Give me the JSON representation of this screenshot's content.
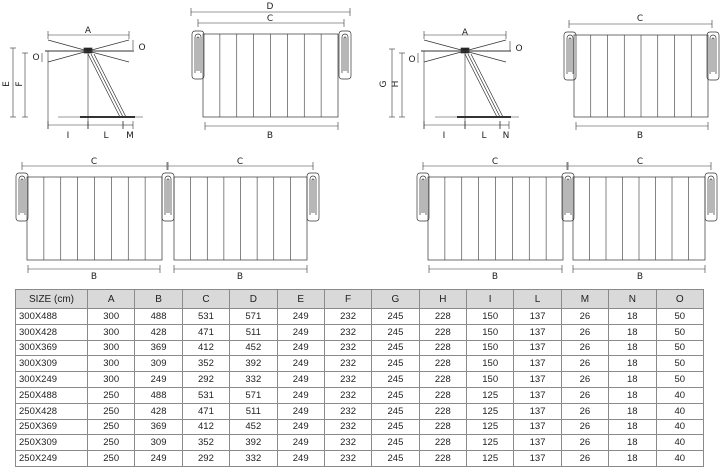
{
  "drawings": {
    "tripod_1": {
      "A": "A",
      "O_top": "O",
      "O_left": "O",
      "E": "E",
      "F": "F",
      "I": "I",
      "L": "L",
      "M": "M"
    },
    "panel_single_1": {
      "D": "D",
      "C": "C",
      "B": "B"
    },
    "tripod_2": {
      "A": "A",
      "O_top": "O",
      "O_left": "O",
      "G": "G",
      "H": "H",
      "I": "I",
      "L": "L",
      "N": "N"
    },
    "panel_single_2": {
      "C": "C",
      "B": "B"
    },
    "panel_double_1": {
      "C1": "C",
      "C2": "C",
      "B1": "B",
      "B2": "B"
    },
    "panel_double_2": {
      "C1": "C",
      "C2": "C",
      "B1": "B",
      "B2": "B"
    }
  },
  "table": {
    "headers": [
      "SIZE (cm)",
      "A",
      "B",
      "C",
      "D",
      "E",
      "F",
      "G",
      "H",
      "I",
      "L",
      "M",
      "N",
      "O"
    ],
    "rows": [
      [
        "300X488",
        "300",
        "488",
        "531",
        "571",
        "249",
        "232",
        "245",
        "228",
        "150",
        "137",
        "26",
        "18",
        "50"
      ],
      [
        "300X428",
        "300",
        "428",
        "471",
        "511",
        "249",
        "232",
        "245",
        "228",
        "150",
        "137",
        "26",
        "18",
        "50"
      ],
      [
        "300X369",
        "300",
        "369",
        "412",
        "452",
        "249",
        "232",
        "245",
        "228",
        "150",
        "137",
        "26",
        "18",
        "50"
      ],
      [
        "300X309",
        "300",
        "309",
        "352",
        "392",
        "249",
        "232",
        "245",
        "228",
        "150",
        "137",
        "26",
        "18",
        "50"
      ],
      [
        "300X249",
        "300",
        "249",
        "292",
        "332",
        "249",
        "232",
        "245",
        "228",
        "150",
        "137",
        "26",
        "18",
        "50"
      ],
      [
        "250X488",
        "250",
        "488",
        "531",
        "571",
        "249",
        "232",
        "245",
        "228",
        "125",
        "137",
        "26",
        "18",
        "40"
      ],
      [
        "250X428",
        "250",
        "428",
        "471",
        "511",
        "249",
        "232",
        "245",
        "228",
        "125",
        "137",
        "26",
        "18",
        "40"
      ],
      [
        "250X369",
        "250",
        "369",
        "412",
        "452",
        "249",
        "232",
        "245",
        "228",
        "125",
        "137",
        "26",
        "18",
        "40"
      ],
      [
        "250X309",
        "250",
        "309",
        "352",
        "392",
        "249",
        "232",
        "245",
        "228",
        "125",
        "137",
        "26",
        "18",
        "40"
      ],
      [
        "250X249",
        "250",
        "249",
        "292",
        "332",
        "249",
        "232",
        "245",
        "228",
        "125",
        "137",
        "26",
        "18",
        "40"
      ]
    ]
  }
}
